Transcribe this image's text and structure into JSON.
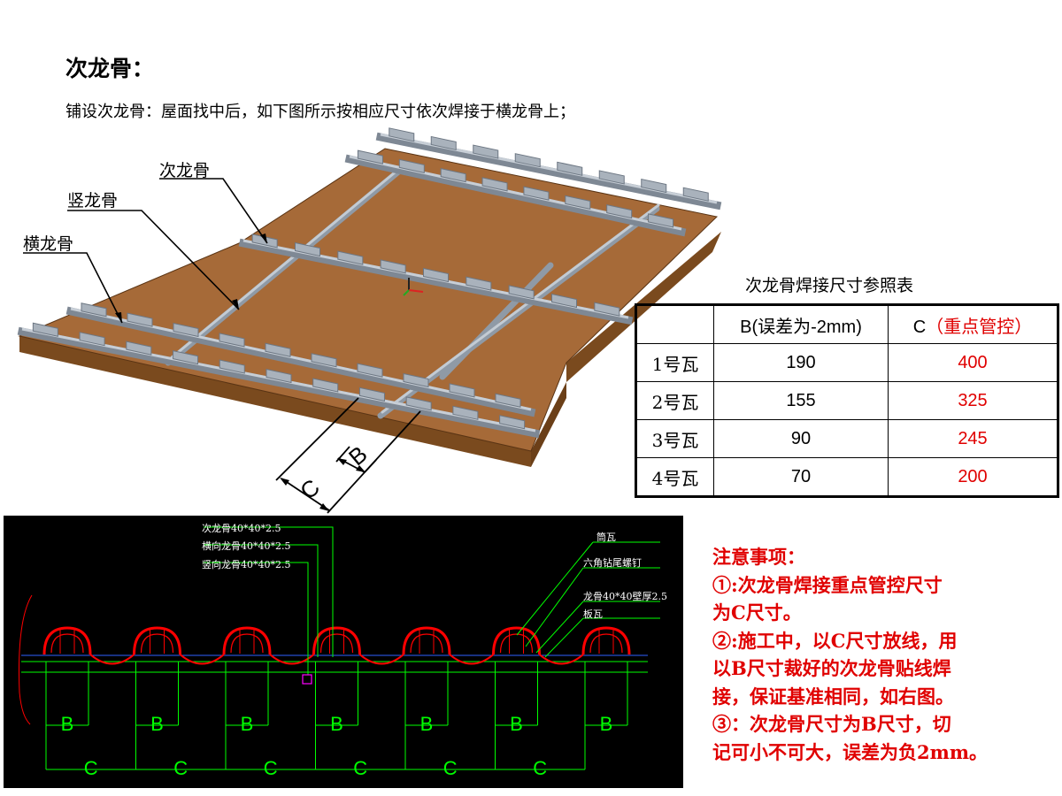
{
  "heading": {
    "title": "次龙骨：",
    "instruction": "铺设次龙骨：屋面找中后，如下图所示按相应尺寸依次焊接于横龙骨上；"
  },
  "illustration": {
    "callouts": [
      "次龙骨",
      "竖龙骨",
      "横龙骨"
    ],
    "dimension_labels": [
      "B",
      "C"
    ]
  },
  "reference_table": {
    "caption": "次龙骨焊接尺寸参照表",
    "header": {
      "blank": "",
      "b": "B(误差为-2mm)",
      "c_prefix": "C",
      "c_note": "（重点管控）"
    },
    "rows": [
      {
        "tile": "1号瓦",
        "b": "190",
        "c": "400"
      },
      {
        "tile": "2号瓦",
        "b": "155",
        "c": "325"
      },
      {
        "tile": "3号瓦",
        "b": "90",
        "c": "245"
      },
      {
        "tile": "4号瓦",
        "b": "70",
        "c": "200"
      }
    ]
  },
  "cad_drawing": {
    "left_labels": [
      "次龙骨40*40*2.5",
      "横向龙骨40*40*2.5",
      "竖向龙骨40*40*2.5"
    ],
    "right_labels": [
      "筒瓦",
      "六角钻尾螺钉",
      "龙骨40*40壁厚2.5",
      "板瓦"
    ],
    "b_label": "B",
    "c_label": "C",
    "colors": {
      "background": "#000000",
      "tile": "#ff0000",
      "frame": "#00ff00",
      "marker": "#ff00ff"
    }
  },
  "notes": {
    "title": "注意事项：",
    "lines": [
      "①:次龙骨焊接重点管控尺寸",
      "为C尺寸。",
      "②:施工中，以C尺寸放线，用",
      "以B尺寸裁好的次龙骨贴线焊",
      "接，保证基准相同，如右图。",
      "③：次龙骨尺寸为B尺寸，切",
      "记可小不可大，误差为负2mm。"
    ],
    "color": "#e00000"
  }
}
